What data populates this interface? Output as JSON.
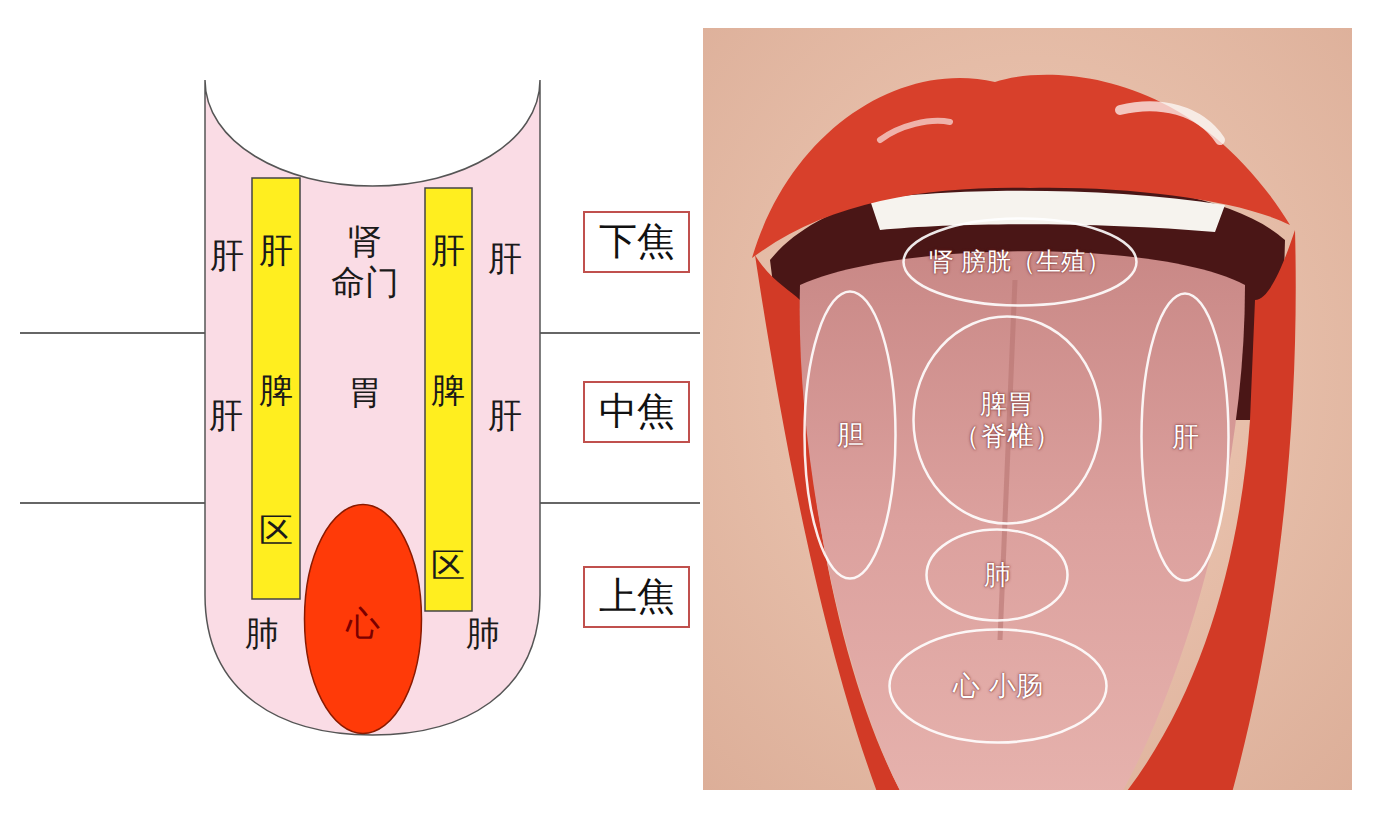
{
  "diagram": {
    "nodes": [
      {
        "text": [
          "肝",
          "肾 命门",
          "肝",
          "肝",
          "胃",
          "肝",
          "肺",
          "肺"
        ]
      },
      {
        "text": [
          "肝",
          "脾",
          "区"
        ],
        "in": 0
      },
      {
        "text": [
          "心"
        ],
        "in": 0
      },
      {
        "text": [
          "肝",
          "脾",
          "区"
        ],
        "in": 0
      },
      {
        "text": [
          "下焦"
        ]
      },
      {
        "text": [
          "中焦"
        ]
      },
      {
        "text": [
          "上焦"
        ]
      },
      {
        "text": [
          "肾 膀胱（生殖）"
        ]
      },
      {
        "text": [
          "胆"
        ]
      },
      {
        "text": [
          "脾胃 （脊椎）"
        ]
      },
      {
        "text": [
          "肝"
        ]
      },
      {
        "text": [
          "肺"
        ]
      },
      {
        "text": [
          "心 小肠"
        ]
      }
    ]
  }
}
